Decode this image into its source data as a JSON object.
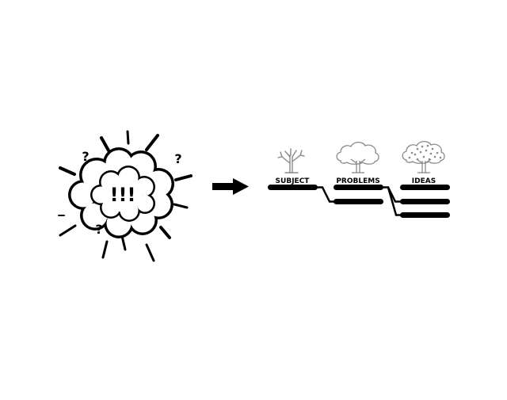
{
  "left": {
    "exclamation": "!!!",
    "question_marks": [
      "?",
      "?",
      "?"
    ]
  },
  "right": {
    "columns": [
      {
        "label": "SUBJECT",
        "tree_icon": "bare-tree-icon",
        "bar_count": 1
      },
      {
        "label": "PROBLEMS",
        "tree_icon": "leafy-tree-icon",
        "bar_count": 2
      },
      {
        "label": "IDEAS",
        "tree_icon": "fruit-tree-icon",
        "bar_count": 3
      }
    ]
  },
  "colors": {
    "ink": "#000000",
    "tree_stroke": "#888888",
    "background": "#ffffff"
  },
  "arrow_icon": "right-arrow-icon"
}
